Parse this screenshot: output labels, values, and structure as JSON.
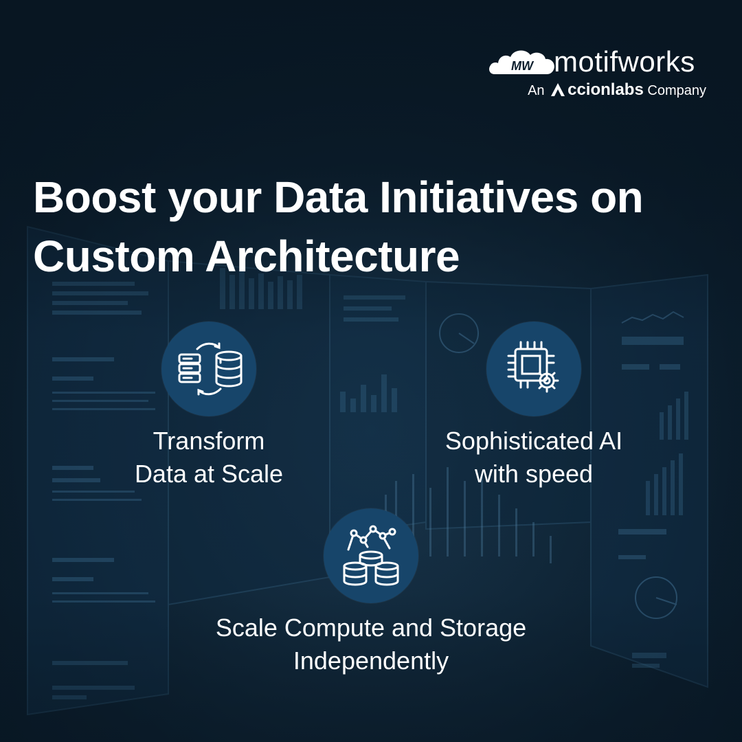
{
  "logo": {
    "mark_text": "MW",
    "name": "motifworks",
    "sub_prefix": "An",
    "sub_brand": "ccionlabs",
    "sub_suffix": "Company"
  },
  "headline": {
    "line1": "Boost your Data Initiatives on",
    "line2": "Custom Architecture"
  },
  "features": [
    {
      "icon": "database-transform-icon",
      "line1": "Transform",
      "line2": "Data at Scale"
    },
    {
      "icon": "ai-chip-gear-icon",
      "line1": "Sophisticated AI",
      "line2": "with speed"
    },
    {
      "icon": "compute-storage-icon",
      "line1": "Scale Compute and Storage",
      "line2": "Independently"
    }
  ],
  "colors": {
    "background": "#0b1d2c",
    "icon_circle": "#17456a",
    "text": "#ffffff"
  }
}
